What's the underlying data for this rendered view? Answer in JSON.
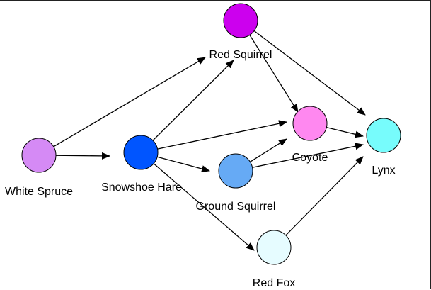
{
  "diagram": {
    "type": "food-web",
    "nodes": [
      {
        "id": "red-squirrel",
        "label": "Red Squirrel",
        "color": "#cc00ee"
      },
      {
        "id": "white-spruce",
        "label": "White Spruce",
        "color": "#d58af5"
      },
      {
        "id": "snowshoe-hare",
        "label": "Snowshoe Hare",
        "color": "#0055ff"
      },
      {
        "id": "coyote",
        "label": "Coyote",
        "color": "#ff88f0"
      },
      {
        "id": "lynx",
        "label": "Lynx",
        "color": "#77fcfc"
      },
      {
        "id": "ground-squirrel",
        "label": "Ground Squirrel",
        "color": "#66aaf5"
      },
      {
        "id": "red-fox",
        "label": "Red Fox",
        "color": "#e6fcff"
      }
    ],
    "edges": [
      {
        "from": "white-spruce",
        "to": "red-squirrel"
      },
      {
        "from": "white-spruce",
        "to": "snowshoe-hare"
      },
      {
        "from": "snowshoe-hare",
        "to": "red-squirrel"
      },
      {
        "from": "snowshoe-hare",
        "to": "coyote"
      },
      {
        "from": "snowshoe-hare",
        "to": "ground-squirrel"
      },
      {
        "from": "snowshoe-hare",
        "to": "red-fox"
      },
      {
        "from": "red-squirrel",
        "to": "coyote"
      },
      {
        "from": "red-squirrel",
        "to": "lynx"
      },
      {
        "from": "coyote",
        "to": "lynx"
      },
      {
        "from": "ground-squirrel",
        "to": "coyote"
      },
      {
        "from": "ground-squirrel",
        "to": "lynx"
      },
      {
        "from": "red-fox",
        "to": "lynx"
      }
    ]
  }
}
